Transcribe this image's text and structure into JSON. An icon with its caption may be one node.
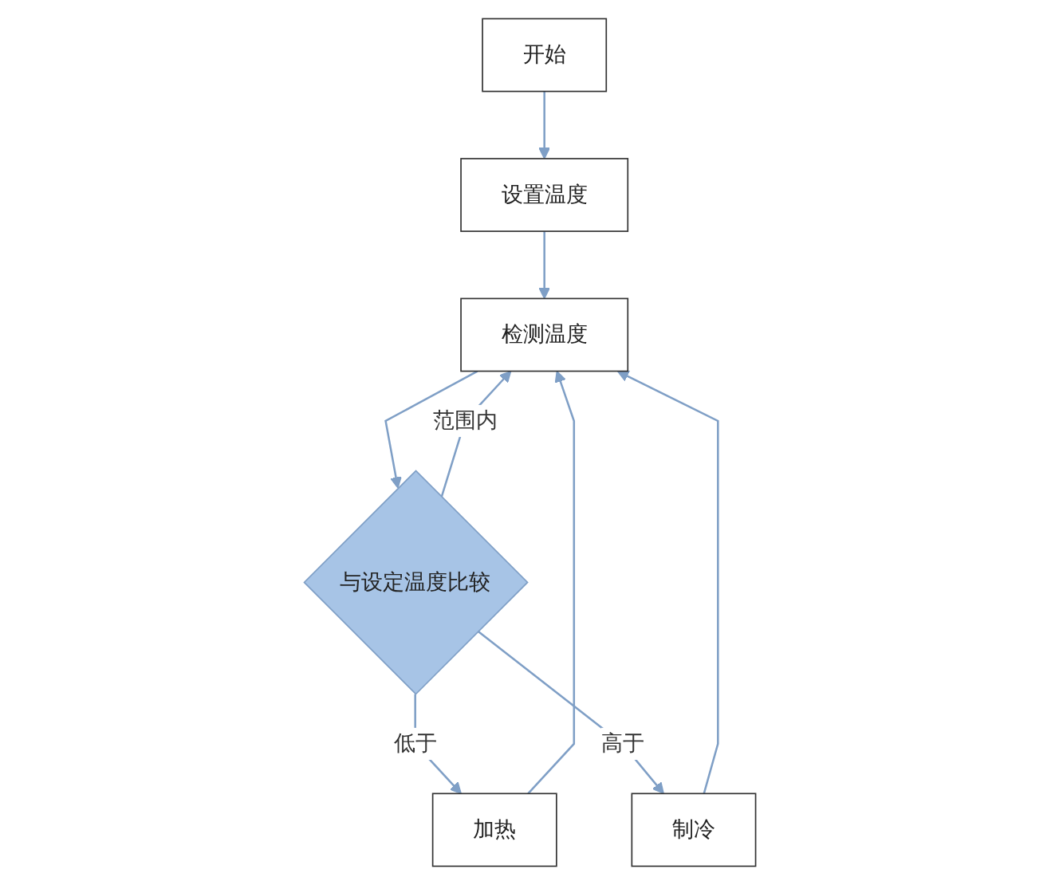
{
  "diagram": {
    "nodes": [
      {
        "text": [
          "开始"
        ]
      },
      {
        "text": [
          "设置温度"
        ]
      },
      {
        "text": [
          "检测温度"
        ]
      },
      {
        "text": [
          "与设定温度比较"
        ]
      },
      {
        "text": [
          "加热"
        ]
      },
      {
        "text": [
          "制冷"
        ]
      }
    ],
    "edges": [
      {
        "from": 0,
        "to": 1,
        "arrow": "to"
      },
      {
        "from": 1,
        "to": 2,
        "arrow": "to"
      },
      {
        "from": 2,
        "to": 3,
        "arrow": "to"
      },
      {
        "from": 3,
        "to": 4,
        "arrow": "to",
        "label": "低于"
      },
      {
        "from": 3,
        "to": 5,
        "arrow": "to",
        "label": "高于"
      },
      {
        "from": 4,
        "to": 2,
        "arrow": "to"
      },
      {
        "from": 5,
        "to": 2,
        "arrow": "to"
      },
      {
        "from": 3,
        "to": 2,
        "arrow": "to",
        "label": "范围内"
      }
    ]
  }
}
